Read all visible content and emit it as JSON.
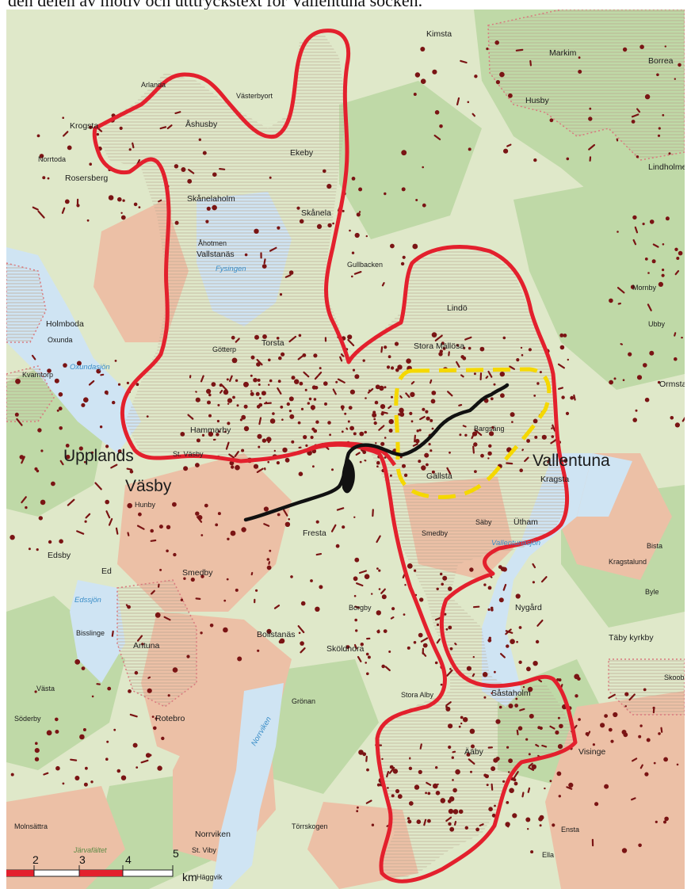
{
  "caption": "den delen av motiv och utttryckstext för Vallentuna socken.",
  "colors": {
    "background_green": "#dfe8c9",
    "forest_green": "#bfd9a7",
    "urban": "#ecc0a6",
    "water": "#cfe4f3",
    "ancient_remains": "#7a1414",
    "boundary_red": "#e3202d",
    "route_yellow": "#f5d800",
    "route_black": "#111111"
  },
  "places": {
    "kimsta": "Kimsta",
    "markim": "Markim",
    "borrea": "Borrea",
    "husby": "Husby",
    "arlanda": "Arlanda",
    "ashusby": "Åshusby",
    "vasterby": "Västerbyort",
    "krogsta": "Krogsta",
    "ekeby": "Ekeby",
    "norrtoda": "Norrtoda",
    "rosersberg": "Rosersberg",
    "skanelaholm": "Skånelaholm",
    "skanela": "Skånela",
    "lindholmen": "Lindholmen",
    "gullbacken": "Gullbacken",
    "ahotmen": "Åhotmen",
    "vallstanas": "Vallstanäs",
    "lindo": "Lindö",
    "holmboda": "Holmboda",
    "oxunda": "Oxunda",
    "gotterp": "Götterp",
    "torsta": "Torsta",
    "stora_mallosa": "Stora Mällösa",
    "ormsta": "Ormsta",
    "kvarntorp": "Kvarntorp",
    "hammarby": "Hammarby",
    "bergsang": "Bargsäng",
    "upplands": "Upplands",
    "st_vasby": "St. Väsby",
    "vallentuna": "Vallentuna",
    "vasby": "Väsby",
    "gallsta": "Gällsta",
    "kragsta": "Kragsta",
    "hunby": "Hunby",
    "fresta": "Fresta",
    "saby": "Säby",
    "utham": "Ütham",
    "edsby": "Edsby",
    "ed": "Ed",
    "smedby": "Smedby",
    "amedby": "Smedby",
    "bollstanas": "Bollstanäs",
    "skoldnora": "Sköldnora",
    "borgby": "Borgby",
    "bista": "Bista",
    "kragstalund": "Kragstalund",
    "byle": "Byle",
    "nygard": "Nygård",
    "taby_kyrkby": "Täby kyrkby",
    "antuna": "Antuna",
    "bisslinge": "Bisslinge",
    "vasta": "Västa",
    "soderby": "Söderby",
    "sastaholm": "Såstaholm",
    "stora_alby": "Stora Alby",
    "granan": "Grönan",
    "rotebro": "Rotebro",
    "visinge": "Visinge",
    "laby": "Ääby",
    "molnsattra": "Molnsättra",
    "norrviken": "Norrviken",
    "st_viby": "St. Viby",
    "haggvik": "Häggvik",
    "ella": "Ella",
    "ensta": "Ensta",
    "torrskogen": "Törrskogen",
    "skoob": "Skoob",
    "mornby": "Mornby",
    "ubby": "Ubby"
  },
  "water_labels": {
    "fysingen": "Fysingen",
    "oxundasjon": "Oxundasjön",
    "vallentunasjon": "Vallentunasjön",
    "edssjon": "Edssjön",
    "norrviken": "Norrviken"
  },
  "scale_bar": {
    "ticks": [
      "2",
      "3",
      "4",
      "5"
    ],
    "unit": "km",
    "label": "Järvafältet"
  }
}
